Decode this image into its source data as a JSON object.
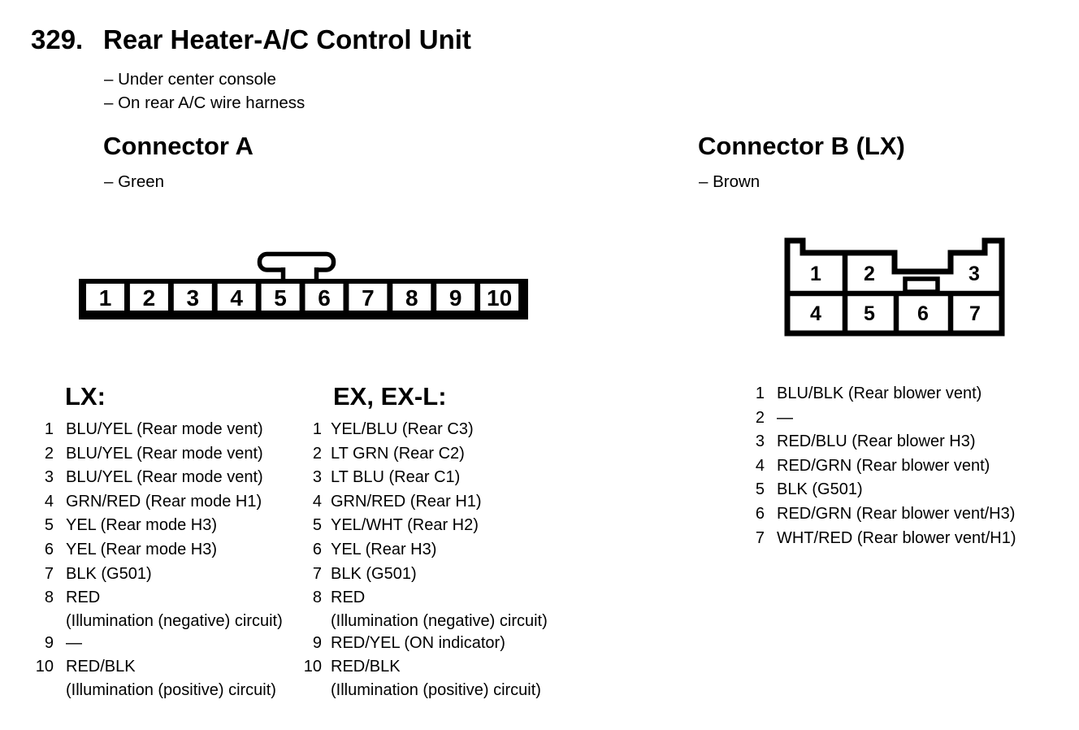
{
  "page": {
    "number": "329.",
    "title": "Rear Heater-A/C Control Unit",
    "location_notes": [
      "– Under center console",
      "– On rear A/C wire harness"
    ]
  },
  "colors": {
    "ink": "#000000",
    "paper": "#ffffff"
  },
  "connector_a": {
    "heading": "Connector A",
    "color_note": "– Green",
    "pins": [
      "1",
      "2",
      "3",
      "4",
      "5",
      "6",
      "7",
      "8",
      "9",
      "10"
    ],
    "lists": {
      "lx": {
        "heading": "LX:",
        "items": [
          {
            "n": "1",
            "label": "BLU/YEL (Rear mode vent)"
          },
          {
            "n": "2",
            "label": "BLU/YEL (Rear mode vent)"
          },
          {
            "n": "3",
            "label": "BLU/YEL (Rear mode vent)"
          },
          {
            "n": "4",
            "label": "GRN/RED (Rear mode H1)"
          },
          {
            "n": "5",
            "label": "YEL (Rear mode H3)"
          },
          {
            "n": "6",
            "label": "YEL (Rear mode H3)"
          },
          {
            "n": "7",
            "label": "BLK (G501)"
          },
          {
            "n": "8",
            "label": "RED",
            "note": "(Illumination (negative) circuit)"
          },
          {
            "n": "9",
            "label": "—"
          },
          {
            "n": "10",
            "label": "RED/BLK",
            "note": "(Illumination (positive) circuit)"
          }
        ]
      },
      "ex": {
        "heading": "EX, EX-L:",
        "items": [
          {
            "n": "1",
            "label": "YEL/BLU (Rear C3)"
          },
          {
            "n": "2",
            "label": "LT GRN (Rear C2)"
          },
          {
            "n": "3",
            "label": "LT BLU (Rear C1)"
          },
          {
            "n": "4",
            "label": "GRN/RED (Rear H1)"
          },
          {
            "n": "5",
            "label": "YEL/WHT (Rear H2)"
          },
          {
            "n": "6",
            "label": "YEL (Rear H3)"
          },
          {
            "n": "7",
            "label": "BLK (G501)"
          },
          {
            "n": "8",
            "label": "RED",
            "note": "(Illumination (negative) circuit)"
          },
          {
            "n": "9",
            "label": "RED/YEL (ON indicator)"
          },
          {
            "n": "10",
            "label": "RED/BLK",
            "note": "(Illumination (positive) circuit)"
          }
        ]
      }
    }
  },
  "connector_b": {
    "heading": "Connector B (LX)",
    "color_note": "– Brown",
    "pins_top": [
      "1",
      "2",
      "3"
    ],
    "pins_bottom": [
      "4",
      "5",
      "6",
      "7"
    ],
    "items": [
      {
        "n": "1",
        "label": "BLU/BLK (Rear blower vent)"
      },
      {
        "n": "2",
        "label": "—"
      },
      {
        "n": "3",
        "label": "RED/BLU (Rear blower H3)"
      },
      {
        "n": "4",
        "label": "RED/GRN (Rear blower vent)"
      },
      {
        "n": "5",
        "label": "BLK (G501)"
      },
      {
        "n": "6",
        "label": "RED/GRN (Rear blower vent/H3)"
      },
      {
        "n": "7",
        "label": "WHT/RED (Rear blower vent/H1)"
      }
    ]
  }
}
